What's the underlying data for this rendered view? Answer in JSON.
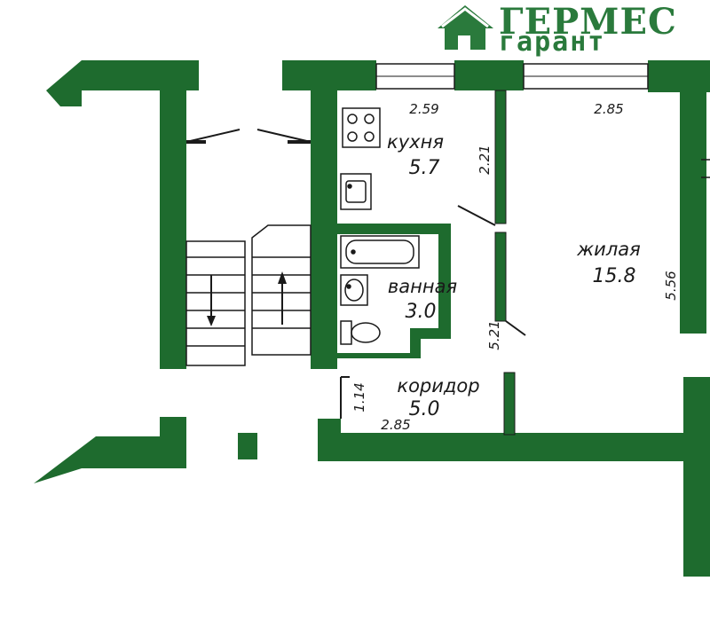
{
  "logo": {
    "line1": "ГЕРМЕС",
    "line2": "гарант"
  },
  "colors": {
    "wall": "#1e6b2e",
    "brand": "#2a7a3c",
    "line": "#1a1a1a",
    "background": "#ffffff"
  },
  "rooms": {
    "kitchen": {
      "name": "кухня",
      "area": "5.7"
    },
    "living": {
      "name": "жилая",
      "area": "15.8"
    },
    "bathroom": {
      "name": "ванная",
      "area": "3.0"
    },
    "corridor": {
      "name": "коридор",
      "area": "5.0"
    }
  },
  "dimensions": {
    "kitchen_width": "2.59",
    "kitchen_length": "2.21",
    "living_width": "2.85",
    "living_length": "5.56",
    "corridor_length": "5.21",
    "corridor_width": "2.85",
    "entry_width": "1.14"
  },
  "fixtures": [
    "stove-icon",
    "sink-icon",
    "bathtub-icon",
    "washbasin-icon",
    "toilet-icon"
  ]
}
